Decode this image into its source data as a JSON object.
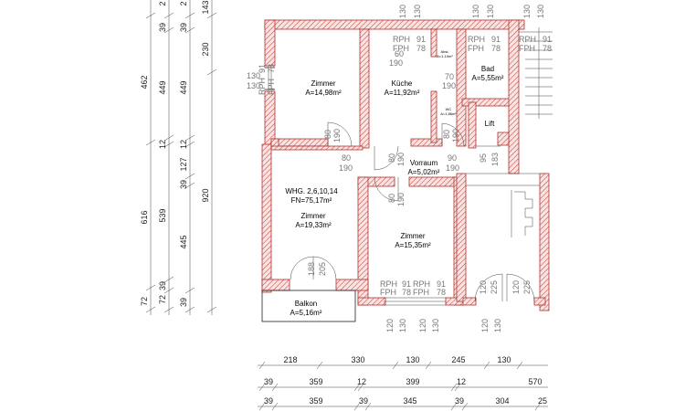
{
  "rooms": {
    "zimmer1": {
      "name": "Zimmer",
      "area": "A=14,98m²"
    },
    "kueche": {
      "name": "Küche",
      "area": "A=11,92m²"
    },
    "bad": {
      "name": "Bad",
      "area": "A=5,55m²"
    },
    "lift": {
      "name": "Lift"
    },
    "vorraum": {
      "name": "Vorraum",
      "area": "A=5,02m²"
    },
    "wohnung": {
      "name": "WHG. 2,6,10,14",
      "fn": "FN=75,17m²",
      "room": "Zimmer",
      "area": "A=19,33m²"
    },
    "zimmer3": {
      "name": "Zimmer",
      "area": "A=15,35m²"
    },
    "balkon": {
      "name": "Balkon",
      "area": "A=5,16m²"
    },
    "abst": {
      "name": "Abst.",
      "area": "A=1,10m²"
    },
    "wc": {
      "name": "WC",
      "area": "A=1,86m²"
    }
  },
  "openings": {
    "rph": "RPH",
    "fph": "FPH",
    "v91": "91",
    "v78": "78",
    "v130": "130",
    "v60": "60",
    "v190": "190",
    "v70": "70",
    "v80": "80",
    "v90": "90",
    "v95": "95",
    "v183": "183",
    "v225": "225",
    "v120": "120",
    "v205": "205",
    "v188": "188"
  },
  "dims": {
    "bottom_row1": [
      "218",
      "330",
      "130",
      "245",
      "130"
    ],
    "bottom_row2": [
      "39",
      "359",
      "12",
      "399",
      "12",
      "570"
    ],
    "bottom_row3": [
      "39",
      "359",
      "39",
      "345",
      "39",
      "304",
      "25"
    ],
    "left_col1": [
      "462",
      "616",
      "72"
    ],
    "left_col2": [
      "39",
      "449",
      "12",
      "539",
      "72",
      "39"
    ],
    "left_col3": [
      "39",
      "449",
      "12",
      "127",
      "39",
      "445",
      "39"
    ],
    "left_col4": [
      "230",
      "920"
    ],
    "top_partial": [
      "2",
      "2",
      "143"
    ]
  }
}
